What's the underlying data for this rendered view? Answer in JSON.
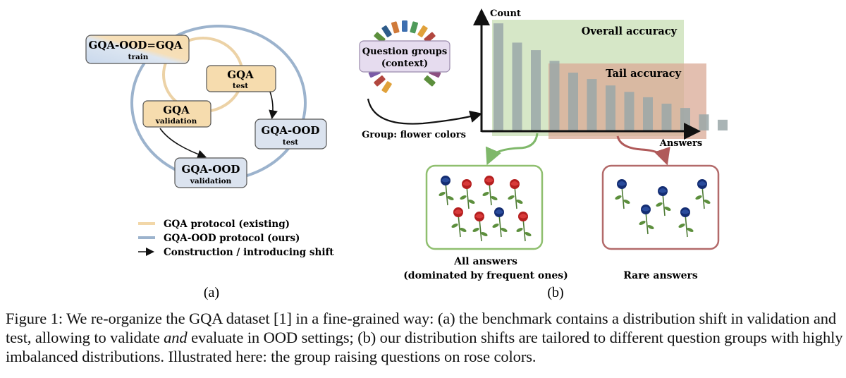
{
  "panel_a": {
    "nodes": {
      "train_title": "GQA-OOD=GQA",
      "train_sub": "train",
      "gqa_test_title": "GQA",
      "gqa_test_sub": "test",
      "gqa_val_title": "GQA",
      "gqa_val_sub": "validation",
      "ood_test_title": "GQA-OOD",
      "ood_test_sub": "test",
      "ood_val_title": "GQA-OOD",
      "ood_val_sub": "validation"
    },
    "legend": {
      "gqa_protocol": "GQA protocol (existing)",
      "ood_protocol": "GQA-OOD protocol (ours)",
      "construction": "Construction / introducing shift"
    },
    "label": "(a)"
  },
  "panel_b": {
    "question_groups": "Question groups",
    "context": "(context)",
    "group_caption": "Group: flower colors",
    "axis_y": "Count",
    "axis_x": "Answers",
    "overall_accuracy": "Overall accuracy",
    "tail_accuracy": "Tail accuracy",
    "all_answers": "All answers",
    "dominated": "(dominated by frequent ones)",
    "rare_answers": "Rare answers",
    "label": "(b)",
    "colors": {
      "overall_region": "#cfe3bd",
      "tail_region": "#d9aa96",
      "bar": "#9aa7a8",
      "all_frame": "#8fbf6f",
      "rare_frame": "#b36a6a"
    }
  },
  "chart_data": {
    "type": "bar",
    "values": [
      100,
      82,
      75,
      65,
      54,
      48,
      42,
      36,
      31,
      25,
      21,
      15,
      10
    ],
    "xlabel": "Answers",
    "ylabel": "Count",
    "ylim": [
      0,
      110
    ]
  },
  "caption": {
    "prefix": "Figure 1: We re-organize the GQA dataset [1] in a fine-grained way: (a) the benchmark contains a distribution shift in validation and test, allowing to validate ",
    "emph": "and",
    "suffix": " evaluate in OOD settings; (b) our distribution shifts are tailored to different question groups with highly imbalanced distributions. Illustrated here: the group raising questions on rose colors."
  }
}
